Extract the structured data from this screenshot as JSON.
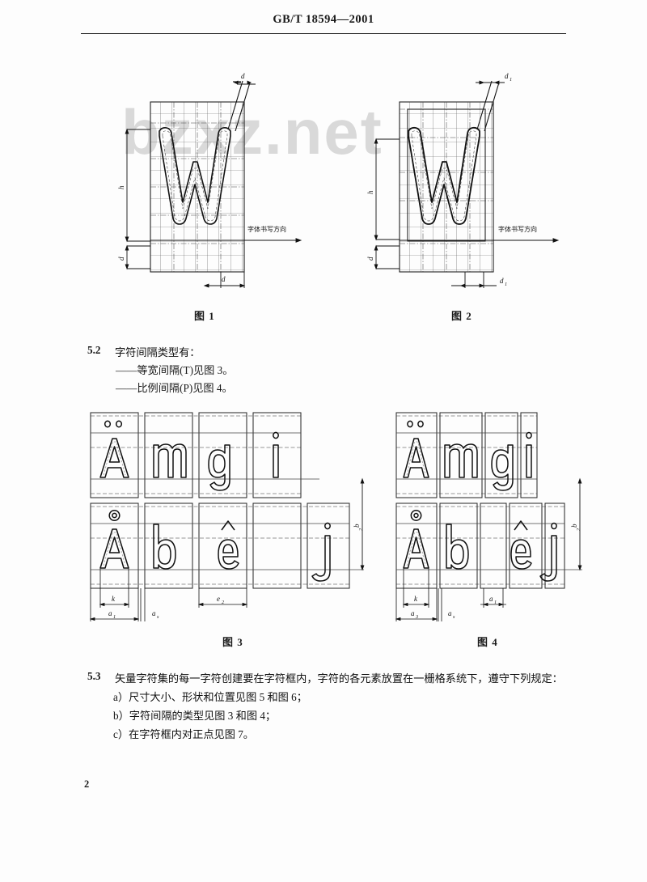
{
  "document": {
    "standard_header": "GB/T  18594—2001",
    "page_number": "2",
    "watermark": "bzxz.net"
  },
  "figures": [
    {
      "id": "figure-1",
      "caption": "图 1",
      "glyph": "W",
      "labels": {
        "height": "h",
        "descender": "d",
        "width": "d",
        "direction": "字体书写方向"
      }
    },
    {
      "id": "figure-2",
      "caption": "图 2",
      "glyph": "W",
      "labels": {
        "height": "h",
        "descender": "d",
        "stroke_top": "d",
        "stroke_top_sub": "1",
        "stroke_bottom": "d",
        "stroke_bottom_sub": "1",
        "direction": "字体书写方向"
      }
    },
    {
      "id": "figure-3",
      "caption": "图 3",
      "row_top": [
        "Ä",
        "m",
        "g",
        "i"
      ],
      "row_bottom": [
        "Å",
        "b",
        "ê",
        "j"
      ],
      "labels": {
        "k": "k",
        "a1": "a",
        "a1_sub": "1",
        "as": "a",
        "as_sub": "s",
        "e2": "e",
        "e2_sub": "2",
        "b2": "b",
        "b2_sub": "2"
      }
    },
    {
      "id": "figure-4",
      "caption": "图 4",
      "row_top": [
        "Ä",
        "m",
        "g",
        "i"
      ],
      "row_bottom": [
        "Å",
        "b",
        "ê",
        "j"
      ],
      "labels": {
        "k": "k",
        "a3": "a",
        "a3_sub": "3",
        "as": "a",
        "as_sub": "s",
        "a1": "a",
        "a1_sub": "1",
        "b2": "b",
        "b2_sub": "2"
      }
    }
  ],
  "clauses": [
    {
      "number": "5.2",
      "text": "字符间隔类型有：",
      "items": [
        "——等宽间隔(T)见图 3。",
        "——比例间隔(P)见图 4。"
      ]
    },
    {
      "number": "5.3",
      "text": "矢量字符集的每一字符创建要在字符框内，字符的各元素放置在一栅格系统下，遵守下列规定：",
      "items": [
        "a）尺寸大小、形状和位置见图 5 和图 6；",
        "b）字符间隔的类型见图 3 和图 4；",
        "c）在字符框内对正点见图 7。"
      ]
    }
  ]
}
